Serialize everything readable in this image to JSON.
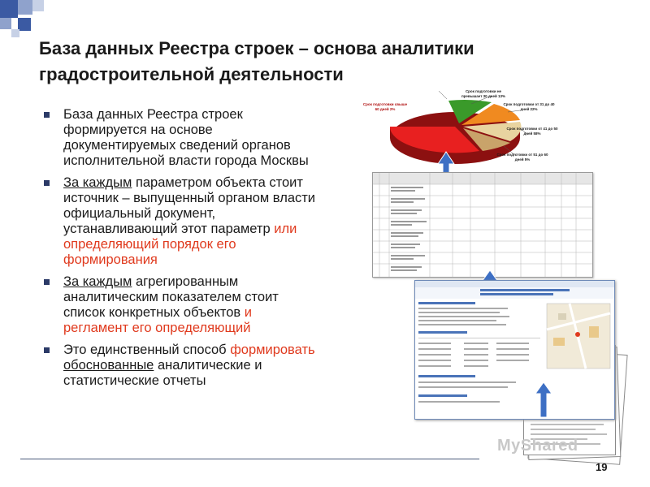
{
  "title": {
    "line1": "База данных Реестра строек – основа аналитики",
    "line2": "градостроительной деятельности"
  },
  "bullets": [
    {
      "parts": [
        {
          "t": "База данных Реестра строек формируется на основе документируемых сведений органов исполнительной власти города Москвы"
        }
      ]
    },
    {
      "parts": [
        {
          "t": "За каждым",
          "u": true
        },
        {
          "t": " параметром объекта стоит источник – выпущенный органом власти официальный документ, устанавливающий этот параметр "
        },
        {
          "t": "или определяющий порядок его формирования",
          "red": true
        }
      ]
    },
    {
      "parts": [
        {
          "t": "За каждым",
          "u": true
        },
        {
          "t": " агрегированным аналитическим показателем стоит список конкретных объектов "
        },
        {
          "t": "и регламент его определяющий",
          "red": true
        }
      ]
    },
    {
      "parts": [
        {
          "t": "Это единственный способ "
        },
        {
          "t": "формировать",
          "red": true
        },
        {
          "t": " "
        },
        {
          "t": "обоснованные",
          "u": true
        },
        {
          "t": " аналитические и статистические отчеты"
        }
      ]
    }
  ],
  "pie": {
    "labels": [
      {
        "text": "Срок подготовки свыше 60 дней 2%"
      },
      {
        "text": "Срок подготовки не превышает 30 дней 13%"
      },
      {
        "text": "Срок подготовки от 31 до 40 дней 22%"
      },
      {
        "text": "Срок подготовки от 41 до 50 дней 58%"
      },
      {
        "text": "Срок подготовки от 51 до 60 дней 5%"
      }
    ]
  },
  "page_number": "19",
  "watermark": "MyShared",
  "colors": {
    "bullet": "#2b3a67",
    "accent_red": "#e03a1e",
    "arrow_blue": "#3d6fc4",
    "corner_blue": "#3b5aa3"
  }
}
